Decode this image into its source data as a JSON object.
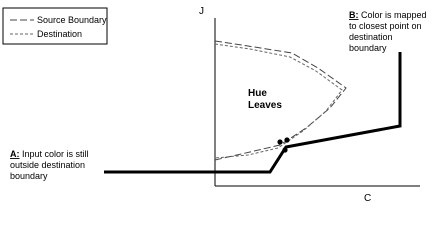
{
  "legend": {
    "items": [
      {
        "label": "Source Boundary",
        "line_style": "long-dash"
      },
      {
        "label": "Destination",
        "line_style": "short-dash"
      }
    ]
  },
  "axes": {
    "y_label": "J",
    "x_label": "C"
  },
  "region_label": {
    "line1": "Hue",
    "line2": "Leaves"
  },
  "callout_a": {
    "tag": "A:",
    "line1": " Input color is still",
    "line2": "outside destination",
    "line3": "boundary"
  },
  "callout_b": {
    "tag": "B:",
    "line1": " Color is mapped",
    "line2": "to closest point on",
    "line3": "destination",
    "line4": "boundary"
  },
  "colors": {
    "ink": "#000000",
    "source_boundary": "#444444",
    "destination": "#666666",
    "background": "#ffffff"
  }
}
